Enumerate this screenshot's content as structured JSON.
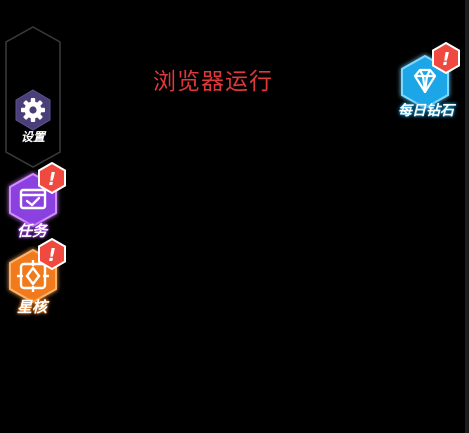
{
  "status_text": "浏览器运行",
  "side_menu": {
    "settings_label": "设置",
    "tasks_label": "任务",
    "starcore_label": "星核"
  },
  "daily_diamond": {
    "label": "每日钻石"
  },
  "badge_glyph": "!",
  "colors": {
    "status_text": "#e0383a",
    "settings_hex": "#4a3f78",
    "tasks_hex": "#8b3fe0",
    "starcore_hex": "#f07a1a",
    "diamond_hex": "#1aa6e8",
    "badge": "#f04a40"
  }
}
